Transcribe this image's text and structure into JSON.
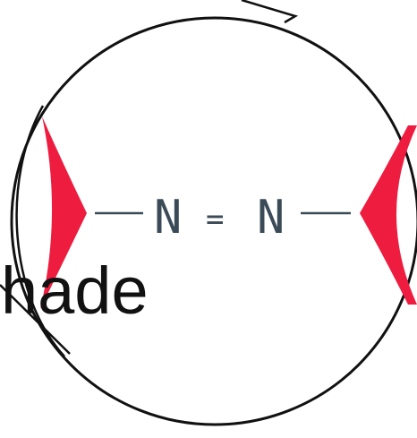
{
  "diagram": {
    "left_atom": "N",
    "bond_symbol": "=",
    "right_atom": "N",
    "caption": "shade"
  },
  "colors": {
    "shape_fill": "#ee1c3f",
    "outline": "#111111",
    "formula": "#3b4a57",
    "background": "#ffffff"
  }
}
